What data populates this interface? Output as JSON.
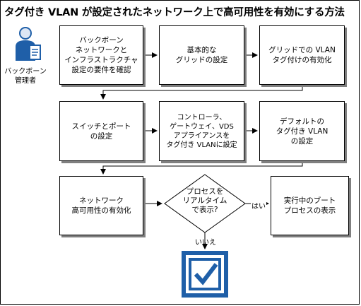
{
  "title": "タグ付き VLAN が設定されたネットワーク上で高可用性を有効にする方法",
  "role": {
    "label": "バックボーン\n管理者"
  },
  "steps": [
    {
      "label": "バックボーン\nネットワークと\nインフラストラクチャ\n設定の要件を確認"
    },
    {
      "label": "基本的な\nグリッドの設定"
    },
    {
      "label": "グリッドでの VLAN\nタグ付けの有効化"
    },
    {
      "label": "スイッチとポート\nの設定"
    },
    {
      "label": "コントローラ、\nゲートウェイ、VDS\nアプライアンスを\nタグ付き VLANに設定"
    },
    {
      "label": "デフォルトの\nタグ付き VLAN\nの設定"
    },
    {
      "label": "ネットワーク\n高可用性の有効化"
    },
    {
      "label": "実行中のブート\nプロセスの表示"
    }
  ],
  "decision": {
    "label": "プロセスを\nリアルタイム\nで表示?",
    "yes_label": "はい",
    "no_label": "いいえ"
  },
  "icons": {
    "role_icon": "user-with-clipboard-icon",
    "end_icon": "checkbox-check-icon"
  },
  "colors": {
    "accent": "#1f5fa8",
    "shadow": "#7f7f7f"
  }
}
